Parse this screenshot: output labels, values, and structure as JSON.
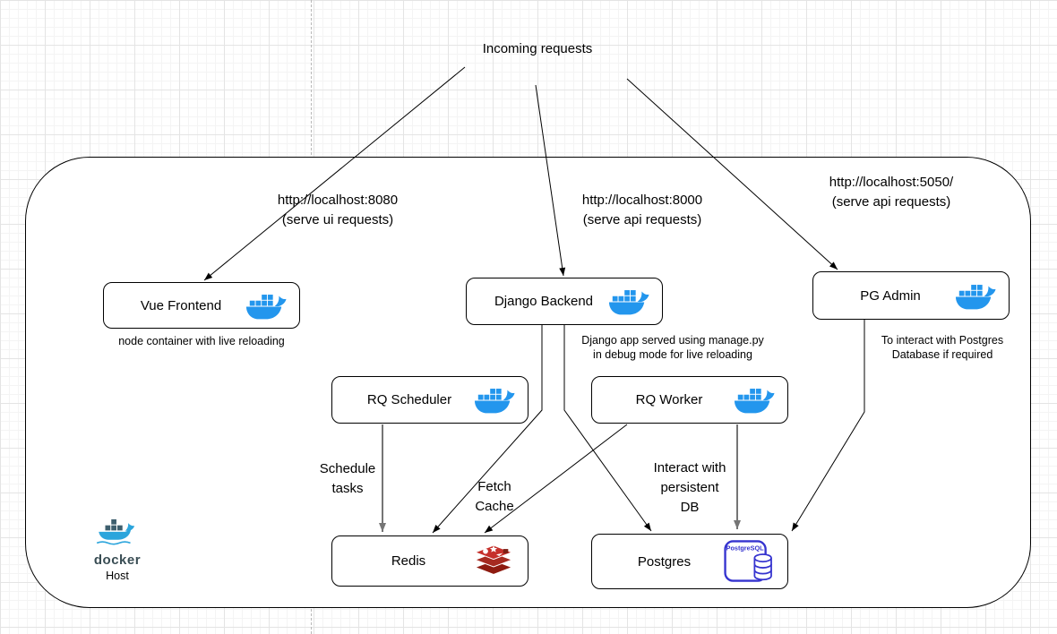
{
  "diagram": {
    "incoming_label": "Incoming requests",
    "routes": {
      "ui": [
        "http://localhost:8080",
        "(serve ui requests)"
      ],
      "api": [
        "http://localhost:8000",
        "(serve api requests)"
      ],
      "pgadmin": [
        "http://localhost:5050/",
        "(serve api requests)"
      ]
    },
    "nodes": {
      "vue": {
        "label": "Vue Frontend",
        "caption": [
          "node container with live reloading"
        ]
      },
      "django": {
        "label": "Django Backend",
        "caption": [
          "Django app served using manage.py",
          "in debug mode for live reloading"
        ]
      },
      "pgadmin": {
        "label": "PG Admin",
        "caption": [
          "To interact with Postgres",
          "Database if required"
        ]
      },
      "rq_scheduler": {
        "label": "RQ Scheduler"
      },
      "rq_worker": {
        "label": "RQ Worker"
      },
      "redis": {
        "label": "Redis"
      },
      "postgres": {
        "label": "Postgres"
      }
    },
    "edge_labels": {
      "schedule": [
        "Schedule",
        "tasks"
      ],
      "fetch": [
        "Fetch",
        "Cache"
      ],
      "interact": [
        "Interact with",
        "persistent",
        "DB"
      ]
    },
    "edges": [
      {
        "from": "incoming-requests",
        "to": "vue-frontend"
      },
      {
        "from": "incoming-requests",
        "to": "django-backend"
      },
      {
        "from": "incoming-requests",
        "to": "pg-admin"
      },
      {
        "from": "rq-scheduler",
        "to": "redis",
        "label": "Schedule tasks"
      },
      {
        "from": "django-backend",
        "to": "redis",
        "label": "Fetch Cache"
      },
      {
        "from": "rq-worker",
        "to": "redis"
      },
      {
        "from": "django-backend",
        "to": "postgres",
        "label": "Interact with persistent DB"
      },
      {
        "from": "rq-worker",
        "to": "postgres"
      },
      {
        "from": "pg-admin",
        "to": "postgres"
      }
    ],
    "host": {
      "wordmark": "docker",
      "label": "Host"
    },
    "icons": {
      "docker_whale": "docker-whale-icon",
      "docker_logo": "docker-logo-icon",
      "redis": "redis-icon",
      "postgresql": "postgresql-icon",
      "postgresql_text": "PostgreSQL"
    },
    "colors": {
      "docker_blue": "#2396ED",
      "host_teal": "#2CA5DC",
      "redis_red": "#C6302B",
      "redis_dark": "#8E1B10",
      "postgres_blue": "#3533CF",
      "grey_arrow": "#757575"
    }
  }
}
